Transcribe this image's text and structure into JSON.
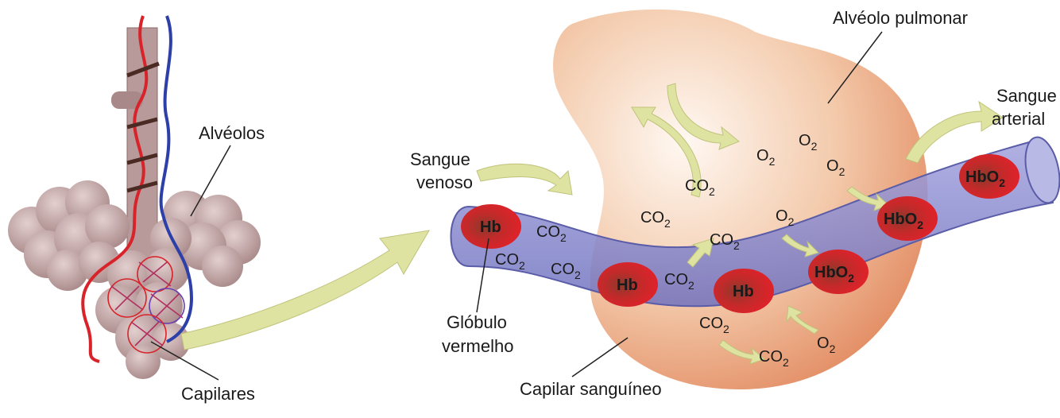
{
  "labels": {
    "alveolos": "Alvéolos",
    "capilares": "Capilares",
    "alveolo_pulmonar": "Alvéolo pulmonar",
    "sangue_venoso_1": "Sangue",
    "sangue_venoso_2": "venoso",
    "sangue_arterial_1": "Sangue",
    "sangue_arterial_2": "arterial",
    "globulo_1": "Glóbulo",
    "globulo_2": "vermelho",
    "capilar_sanguineo": "Capilar sanguíneo"
  },
  "gases": {
    "co2_base": "CO",
    "o2_base": "O",
    "sub": "2"
  },
  "cells": {
    "hb": "Hb",
    "hbo2_base": "HbO",
    "sub": "2"
  },
  "colors": {
    "alveolus": "#e8a07a",
    "capillary": "#8e8fd0",
    "cell": "#d8232a",
    "arrow": "#dfe3a2",
    "artery": "#d8232a",
    "vein": "#2d3fa8",
    "lung_cluster": "#c9adad"
  }
}
